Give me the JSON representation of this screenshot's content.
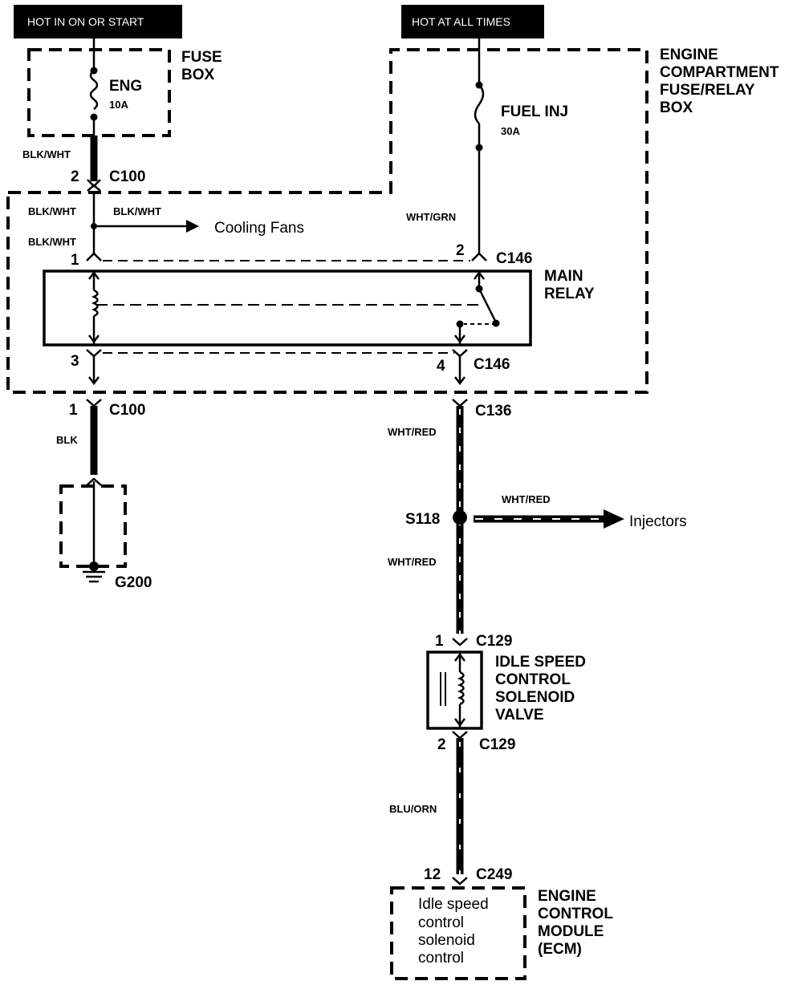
{
  "headers": {
    "ign": "HOT IN ON OR START",
    "batt": "HOT AT ALL TIMES"
  },
  "fuse_box": {
    "title_line1": "FUSE",
    "title_line2": "BOX",
    "fuse_name": "ENG",
    "fuse_rating": "10A"
  },
  "engine_box": {
    "line1": "ENGINE",
    "line2": "COMPARTMENT",
    "line3": "FUSE/RELAY",
    "line4": "BOX",
    "fuse_name": "FUEL INJ",
    "fuse_rating": "30A"
  },
  "wires": {
    "blk_wht_1": "BLK/WHT",
    "blk_wht_2": "BLK/WHT",
    "blk_wht_3": "BLK/WHT",
    "blk_wht_4": "BLK/WHT",
    "wht_grn": "WHT/GRN",
    "blk": "BLK",
    "wht_red_1": "WHT/RED",
    "wht_red_2": "WHT/RED",
    "wht_red_3": "WHT/RED",
    "blu_orn": "BLU/ORN"
  },
  "connectors": {
    "c100_top": {
      "pin": "2",
      "name": "C100"
    },
    "c146_in": {
      "pin": "2",
      "name": "C146"
    },
    "relay_1": {
      "pin": "1"
    },
    "relay_3": {
      "pin": "3"
    },
    "c146_out": {
      "pin": "4",
      "name": "C146"
    },
    "c100_bot": {
      "pin": "1",
      "name": "C100"
    },
    "c136": {
      "name": "C136"
    },
    "c129_top": {
      "pin": "1",
      "name": "C129"
    },
    "c129_bot": {
      "pin": "2",
      "name": "C129"
    },
    "c249": {
      "pin": "12",
      "name": "C249"
    }
  },
  "destinations": {
    "cooling_fans": "Cooling Fans",
    "injectors": "Injectors"
  },
  "relay": {
    "line1": "MAIN",
    "line2": "RELAY"
  },
  "splice": "S118",
  "ground": "G200",
  "solenoid": {
    "line1": "IDLE SPEED",
    "line2": "CONTROL",
    "line3": "SOLENOID",
    "line4": "VALVE"
  },
  "ecm": {
    "line1": "ENGINE",
    "line2": "CONTROL",
    "line3": "MODULE",
    "line4": "(ECM)",
    "inner1": "Idle speed",
    "inner2": "control",
    "inner3": "solenoid",
    "inner4": "control"
  }
}
